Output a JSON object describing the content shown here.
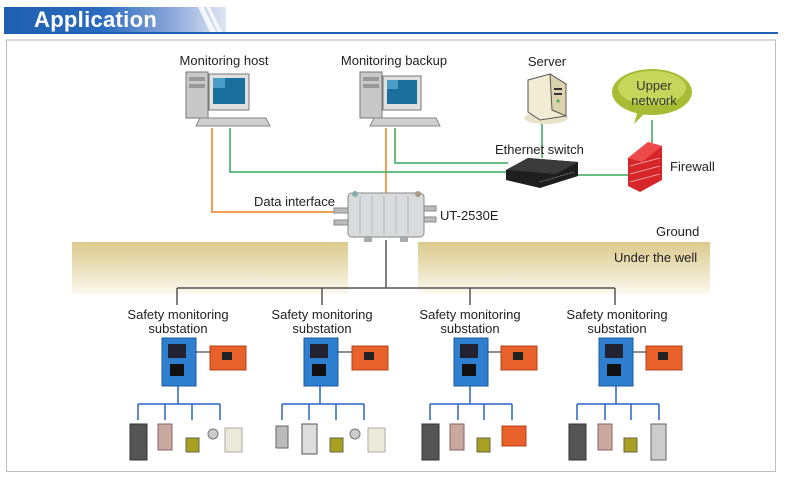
{
  "header": {
    "title": "Application",
    "accent_color": "#1f5fb0"
  },
  "diagram": {
    "nodes": {
      "monitoring_host": {
        "label": "Monitoring host",
        "icon": "desktop-computer-icon"
      },
      "monitoring_backup": {
        "label": "Monitoring backup",
        "icon": "desktop-computer-icon"
      },
      "server": {
        "label": "Server",
        "icon": "server-tower-icon"
      },
      "upper_network": {
        "label_line1": "Upper",
        "label_line2": "network",
        "icon": "speech-bubble-icon"
      },
      "ethernet_switch": {
        "label": "Ethernet switch",
        "icon": "network-switch-icon"
      },
      "firewall": {
        "label": "Firewall",
        "icon": "brick-wall-icon"
      },
      "data_interface": {
        "label": "Data interface"
      },
      "device": {
        "label": "UT-2530E",
        "icon": "enclosure-box-icon"
      }
    },
    "zones": {
      "ground": "Ground",
      "underground": "Under the well"
    },
    "substations": [
      {
        "label_line1": "Safety monitoring",
        "label_line2": "substation",
        "sensors": [
          "methane-sensor-icon",
          "co-sensor-icon",
          "switch-sensor-icon",
          "wind-sensor-icon",
          "speaker-box-icon"
        ]
      },
      {
        "label_line1": "Safety monitoring",
        "label_line2": "substation",
        "sensors": [
          "gas-detector-icon",
          "handheld-sensor-icon",
          "switch-sensor-icon",
          "wind-sensor-icon",
          "speaker-box-icon"
        ]
      },
      {
        "label_line1": "Safety monitoring",
        "label_line2": "substation",
        "sensors": [
          "methane-sensor-icon",
          "co-sensor-icon",
          "switch-sensor-icon",
          "power-breaker-icon"
        ]
      },
      {
        "label_line1": "Safety monitoring",
        "label_line2": "substation",
        "sensors": [
          "methane-sensor-icon",
          "co-sensor-icon",
          "switch-sensor-icon",
          "temperature-sensor-icon"
        ]
      }
    ],
    "colors": {
      "data_line": "#f0a050",
      "ethernet_line": "#3aa85a",
      "bus_line": "#555555",
      "sensor_line": "#2a62c4",
      "zone_fill": "#dccb8e"
    }
  }
}
